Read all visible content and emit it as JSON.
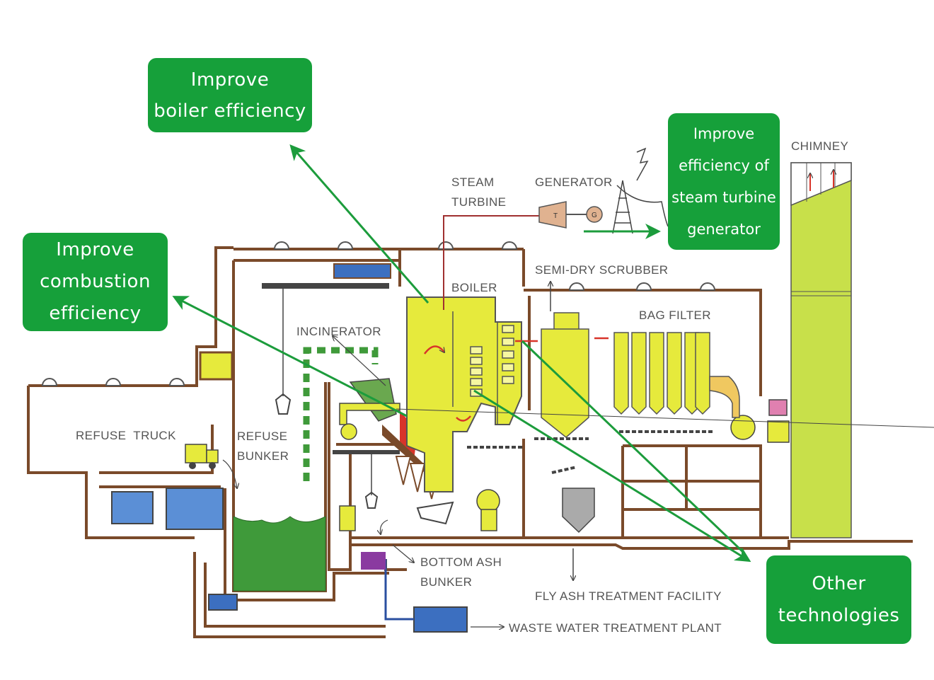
{
  "callouts": {
    "boiler": [
      "Improve",
      "boiler efficiency"
    ],
    "turbine": [
      "Improve",
      "efficiency of",
      "steam turbine",
      "generator"
    ],
    "combustion": [
      "Improve",
      "combustion",
      "efficiency"
    ],
    "other": [
      "Other",
      "technologies"
    ]
  },
  "labels": {
    "steam_turbine": [
      "STEAM",
      "TURBINE"
    ],
    "generator": "GENERATOR",
    "chimney": "CHIMNEY",
    "semi_dry_scrubber": "SEMI-DRY SCRUBBER",
    "boiler": "BOILER",
    "bag_filter": "BAG FILTER",
    "incinerator": "INCINERATOR",
    "refuse_truck": "REFUSE  TRUCK",
    "refuse_bunker": [
      "REFUSE",
      "BUNKER"
    ],
    "bottom_ash_bunker": [
      "BOTTOM ASH",
      "BUNKER"
    ],
    "fly_ash": "FLY ASH TREATMENT FACILITY",
    "waste_water": "WASTE WATER TREATMENT PLANT",
    "turbine_mark": "T",
    "generator_mark": "G"
  },
  "colors": {
    "callout_bg": "#16a03a",
    "callout_text": "#ffffff",
    "arrow_green": "#1c9c3c",
    "building_outline": "#7a4a2a",
    "equipment_yellow": "#e6ea3c",
    "chimney_green": "#c8e04a",
    "refuse_green": "#3f9a3a",
    "water_blue": "#3c6fc0",
    "flame_red": "#d8342a",
    "ash_purple": "#8a3aa0"
  }
}
